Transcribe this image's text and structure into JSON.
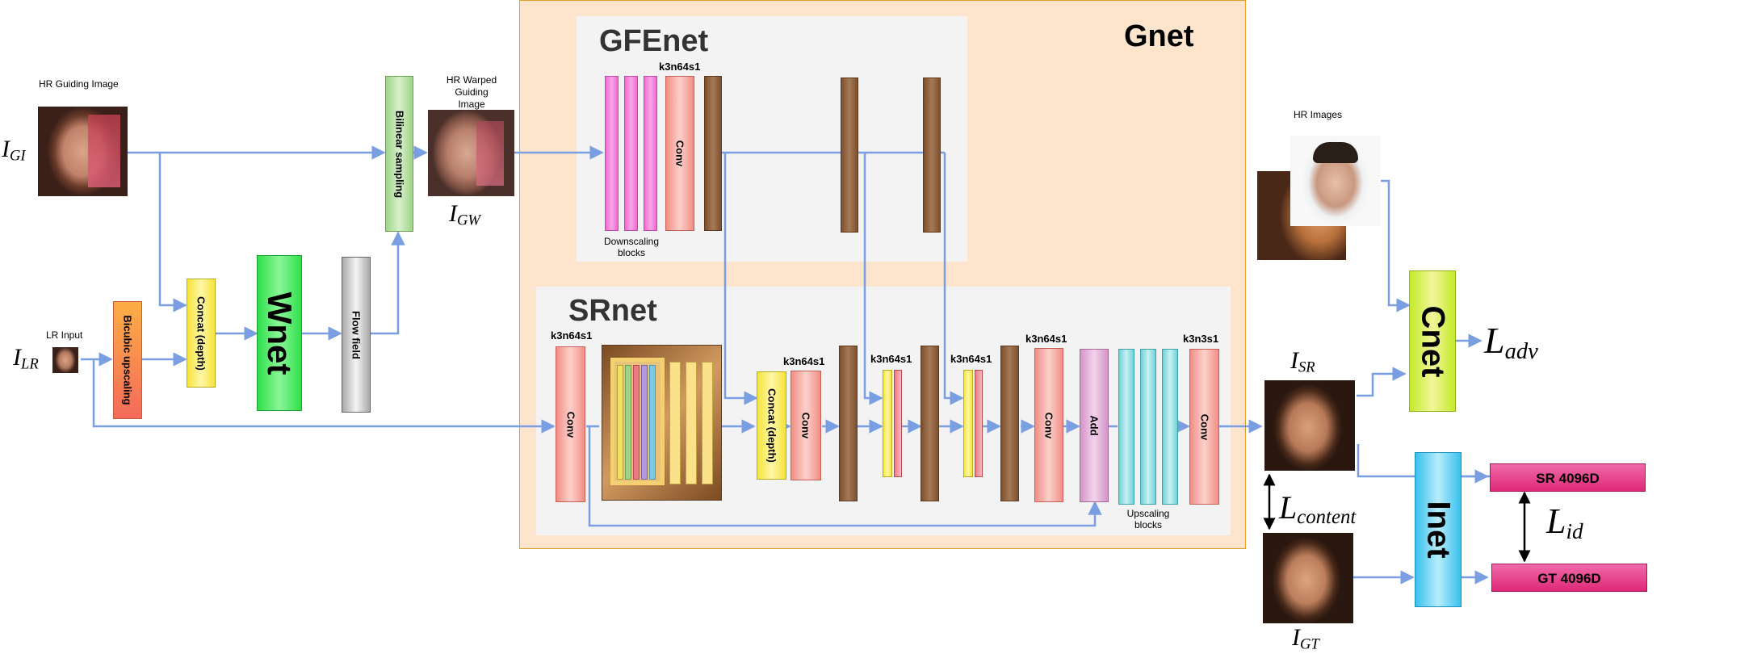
{
  "panels": {
    "gnet_title": "Gnet",
    "gfenet_title": "GFEnet",
    "srnet_title": "SRnet"
  },
  "inputs": {
    "hr_guiding_label": "HR Guiding Image",
    "i_gi": {
      "base": "I",
      "sub": "GI"
    },
    "lr_input_label": "LR Input",
    "i_lr": {
      "base": "I",
      "sub": "LR"
    },
    "hr_warped_label": [
      "HR Warped",
      "Guiding",
      "Image"
    ],
    "i_gw": {
      "base": "I",
      "sub": "GW"
    }
  },
  "blocks": {
    "bicubic": "Bicubic upscaling",
    "concat_left": "Concat (depth)",
    "wnet": "Wnet",
    "flow_field": "Flow field",
    "bilinear": "Bilinear sampling",
    "gfe_conv": "Conv",
    "downscaling": [
      "Downscaling",
      "blocks"
    ],
    "sr_conv1": "Conv",
    "concat_sr": "Concat (depth)",
    "sr_conv2": "Conv",
    "sr_conv3": "Conv",
    "add": "Add",
    "upscaling": [
      "Upscaling",
      "blocks"
    ],
    "sr_conv4": "Conv",
    "cnet": "Cnet",
    "inet": "Inet"
  },
  "params": {
    "gfe": "k3n64s1",
    "sr1": "k3n64s1",
    "sr2": "k3n64s1",
    "sr3": "k3n64s1",
    "sr4": "k3n64s1",
    "sr5": "k3n64s1",
    "sr6": "k3n3s1"
  },
  "outputs": {
    "hr_images_label": "HR Images",
    "i_sr": {
      "base": "I",
      "sub": "SR"
    },
    "i_gt": {
      "base": "I",
      "sub": "GT"
    },
    "sr_feat": "SR 4096D",
    "gt_feat": "GT 4096D",
    "l_adv": {
      "base": "L",
      "sub": "adv"
    },
    "l_content": {
      "base": "L",
      "sub": "content"
    },
    "l_id": {
      "base": "L",
      "sub": "id"
    }
  },
  "colors": {
    "arrow": "#7a9ee2",
    "gnet_bg": "#fde4cc",
    "gnet_border": "#e0a030",
    "panel_bg": "#f3f3f3",
    "wnet": "#2ee04a",
    "cnet": "#c4ea2a",
    "inet": "#38c0ec",
    "feature": "#de2878"
  }
}
